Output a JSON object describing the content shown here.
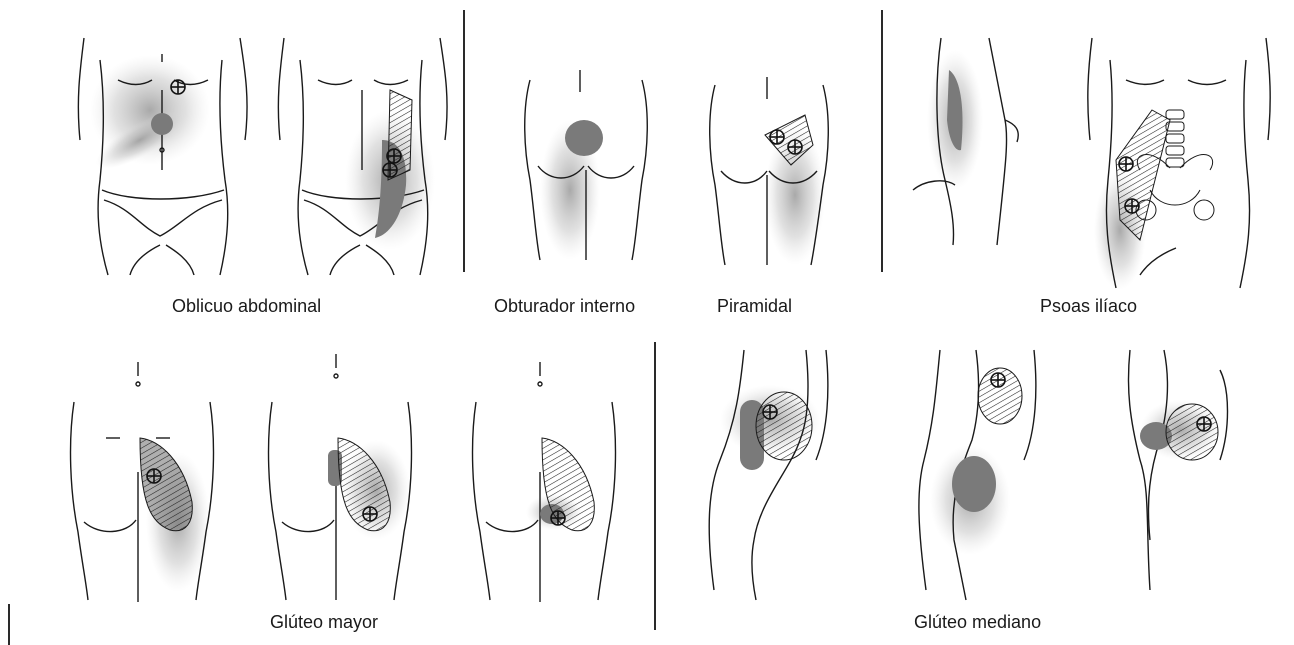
{
  "captions": {
    "oblicuo": "Oblicuo abdominal",
    "obturador": "Obturador interno",
    "piramidal": "Piramidal",
    "psoas": "Psoas ilíaco",
    "gluteo_mayor": "Glúteo mayor",
    "gluteo_mediano": "Glúteo mediano"
  },
  "colors": {
    "line": "#1a1a1a",
    "referred_pain": "#7a7a7a",
    "stipple": "#b5b5b5"
  }
}
